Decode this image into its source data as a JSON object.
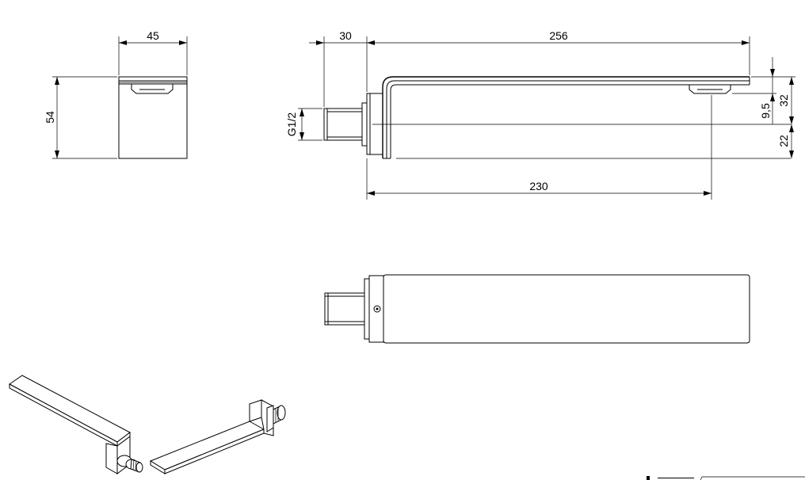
{
  "dimensions": {
    "front_width": "45",
    "front_height": "54",
    "side_offset": "30",
    "side_length": "256",
    "thread": "G1/2",
    "reach": "230",
    "height_total": "32",
    "height_lip": "9,5",
    "height_lower": "22"
  }
}
